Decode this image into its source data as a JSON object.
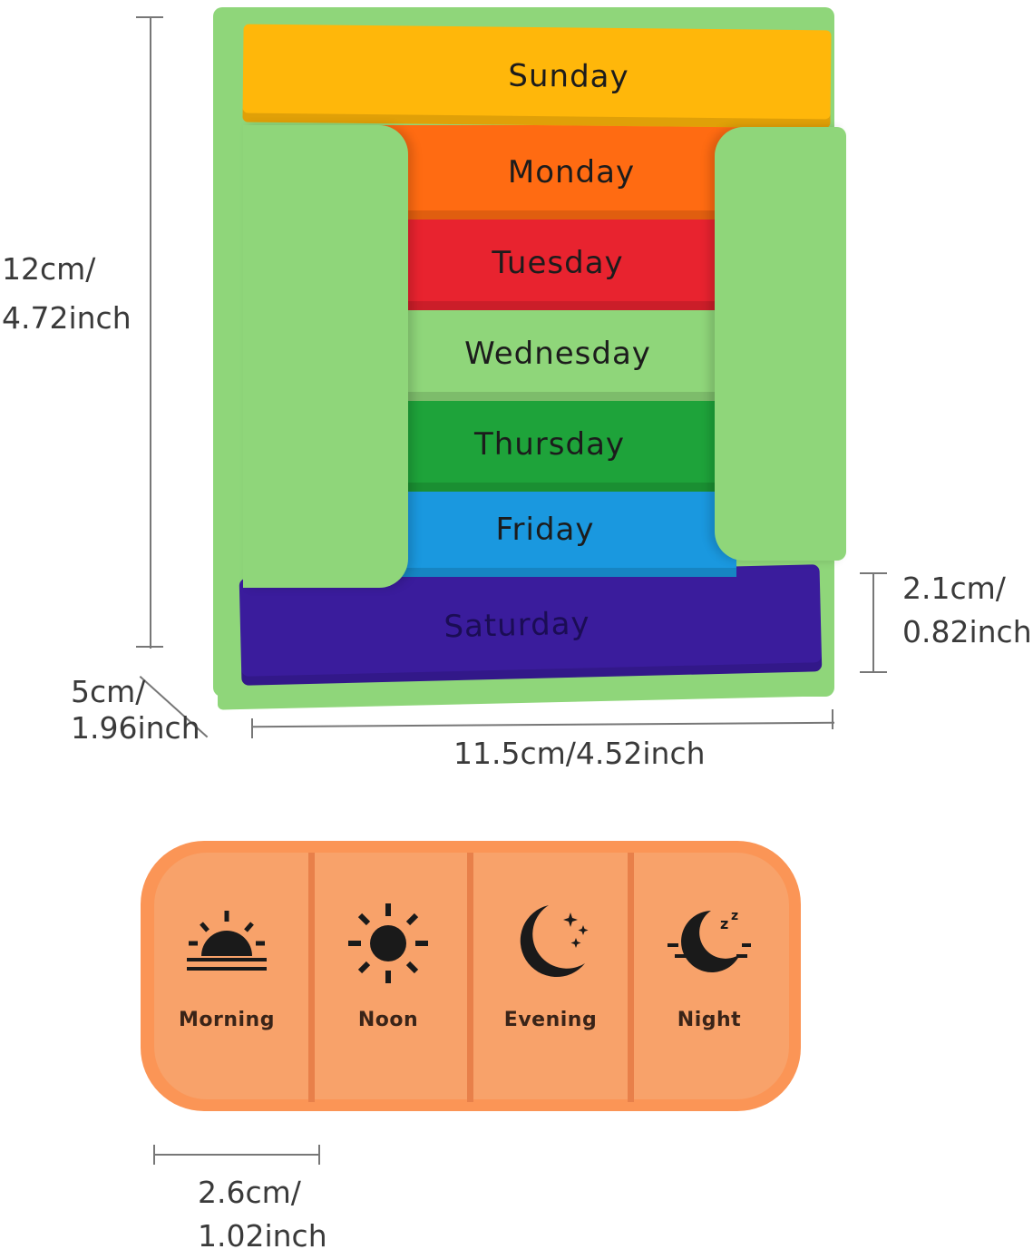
{
  "organizer": {
    "days": [
      "Sunday",
      "Monday",
      "Tuesday",
      "Wednesday",
      "Thursday",
      "Friday",
      "Saturday"
    ],
    "colors": {
      "Sunday": "#ffb70a",
      "Monday": "#ff6b12",
      "Tuesday": "#e8232f",
      "Wednesday": "#8fd67a",
      "Thursday": "#1ea33a",
      "Friday": "#1a98df",
      "Saturday": "#3a1c9c",
      "holder": "#8fd67a"
    }
  },
  "dimensions": {
    "height_cm": "12cm/",
    "height_inch": "4.72inch",
    "depth_cm": "5cm/",
    "depth_inch": "1.96inch",
    "width_label": "11.5cm/4.52inch",
    "tray_height_cm": "2.1cm/",
    "tray_height_inch": "0.82inch",
    "compartment_width_cm": "2.6cm/",
    "compartment_width_inch": "1.02inch"
  },
  "day_box": {
    "color": "#fb9556",
    "compartments": [
      {
        "label": "Morning",
        "icon": "sunrise-icon"
      },
      {
        "label": "Noon",
        "icon": "sun-icon"
      },
      {
        "label": "Evening",
        "icon": "moon-stars-icon"
      },
      {
        "label": "Night",
        "icon": "moon-sleep-icon"
      }
    ]
  }
}
